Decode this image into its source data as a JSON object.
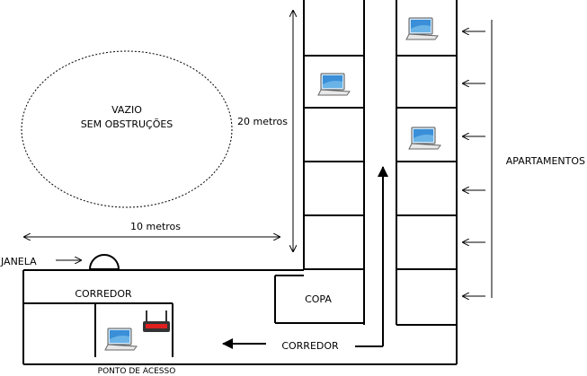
{
  "labels": {
    "vazio_line1": "VAZIO",
    "vazio_line2": "SEM OBSTRUÇÕES",
    "twenty_meters": "20 metros",
    "ten_meters": "10 metros",
    "janela": "JANELA",
    "corredor_left": "CORREDOR",
    "copa": "COPA",
    "corredor_bottom": "CORREDOR",
    "ponto_de_acesso": "PONTO DE ACESSO",
    "apartamentos": "APARTAMENTOS"
  },
  "icons": {
    "laptop": "laptop-icon",
    "router": "router-icon",
    "window": "window-icon"
  },
  "colors": {
    "line": "#000000",
    "router_red": "#e02020",
    "laptop_screen": "#3a8fd8"
  }
}
